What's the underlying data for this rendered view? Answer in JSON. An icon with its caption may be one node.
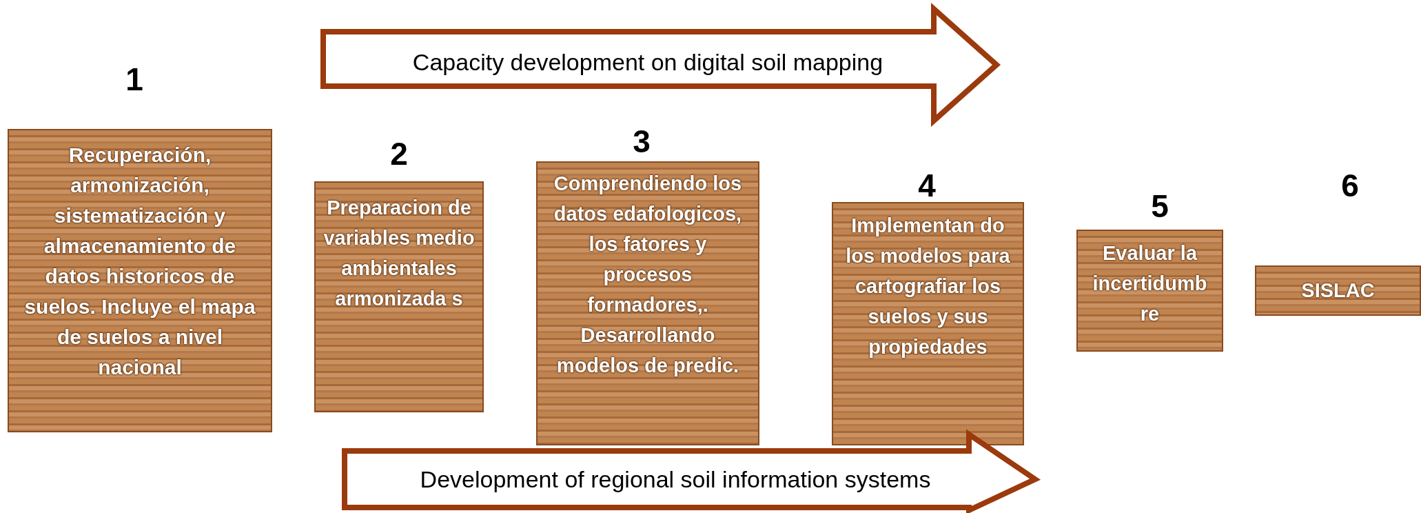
{
  "diagram": {
    "nodes": [
      {
        "text": [
          "Recuperación, armonización, sistematización y almacenamiento de datos historicos de suelos.  Incluye el mapa de suelos a nivel nacional"
        ],
        "beside": [
          "1"
        ]
      },
      {
        "text": [
          "Preparacion de variables medio ambientales armonizada s"
        ],
        "beside": [
          "2"
        ]
      },
      {
        "text": [
          "Comprendiendo los datos edafologicos, los fatores y procesos formadores,. Desarrollando modelos de predic."
        ],
        "beside": [
          "3"
        ]
      },
      {
        "text": [
          "Implementan do los modelos para cartografiar los suelos y sus propiedades"
        ],
        "beside": [
          "4"
        ]
      },
      {
        "text": [
          "Evaluar la incertidumb re"
        ],
        "beside": [
          "5"
        ]
      },
      {
        "text": [
          "SISLAC"
        ],
        "beside": [
          "6"
        ]
      },
      {
        "text": [
          "Capacity development on digital soil mapping"
        ]
      },
      {
        "text": [
          "Development of regional soil information systems"
        ]
      }
    ],
    "edges": []
  }
}
